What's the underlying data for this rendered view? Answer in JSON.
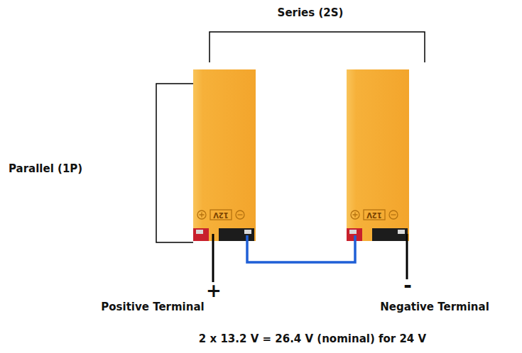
{
  "diagram": {
    "nodes": [
      {
        "text": [
          "12V"
        ]
      },
      {
        "text": [
          "12V"
        ]
      }
    ],
    "edges": [
      {
        "from": 0,
        "to": 1,
        "arrow": "none"
      }
    ],
    "labels": [
      "Series (2S)",
      "Parallel (1P)",
      "+",
      "Positive Terminal",
      "-",
      "Negative Terminal",
      "2 x 13.2 V = 26.4 V (nominal) for 24 V"
    ]
  }
}
